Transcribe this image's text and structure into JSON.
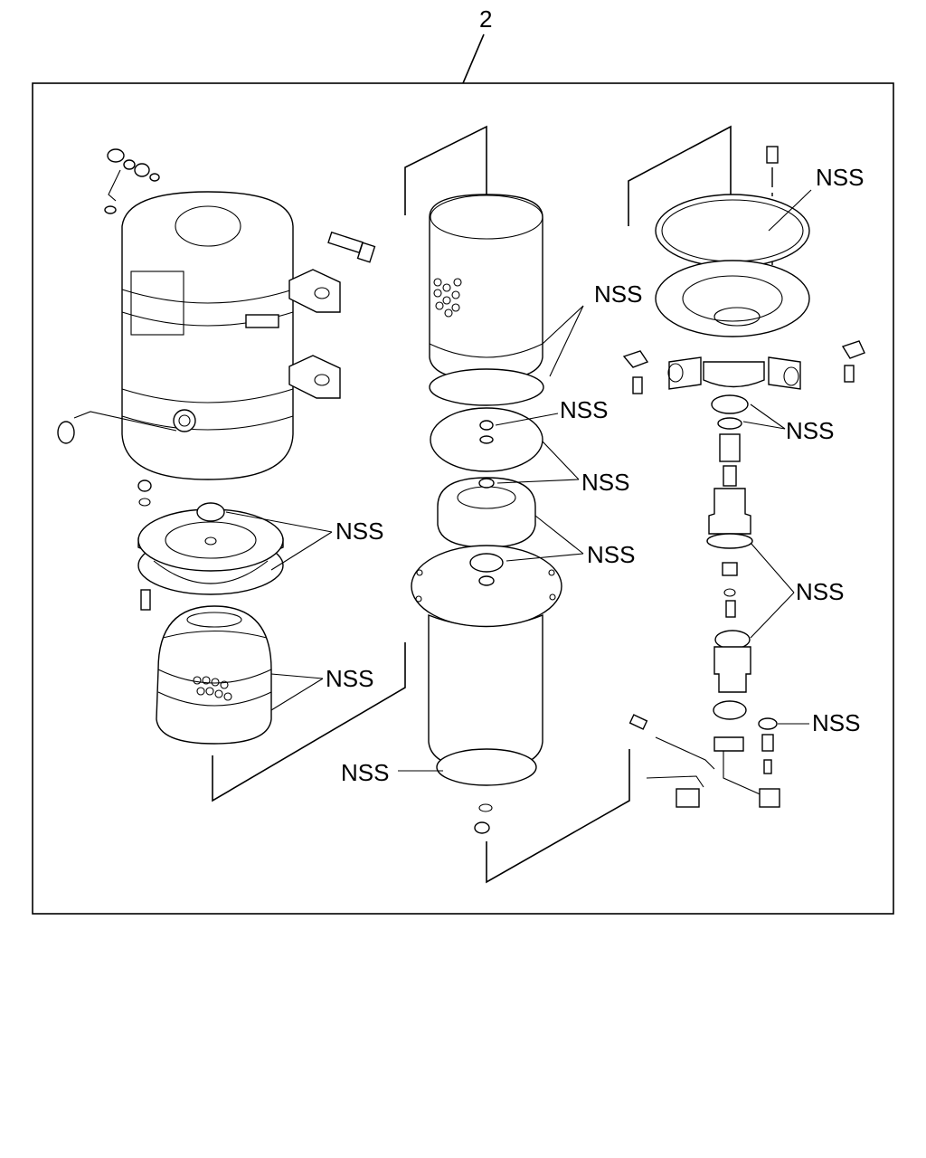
{
  "callout": {
    "number": "2"
  },
  "labels": [
    "NSS",
    "NSS",
    "NSS",
    "NSS",
    "NSS",
    "NSS",
    "NSS",
    "NSS",
    "NSS",
    "NSS",
    "NSS"
  ]
}
